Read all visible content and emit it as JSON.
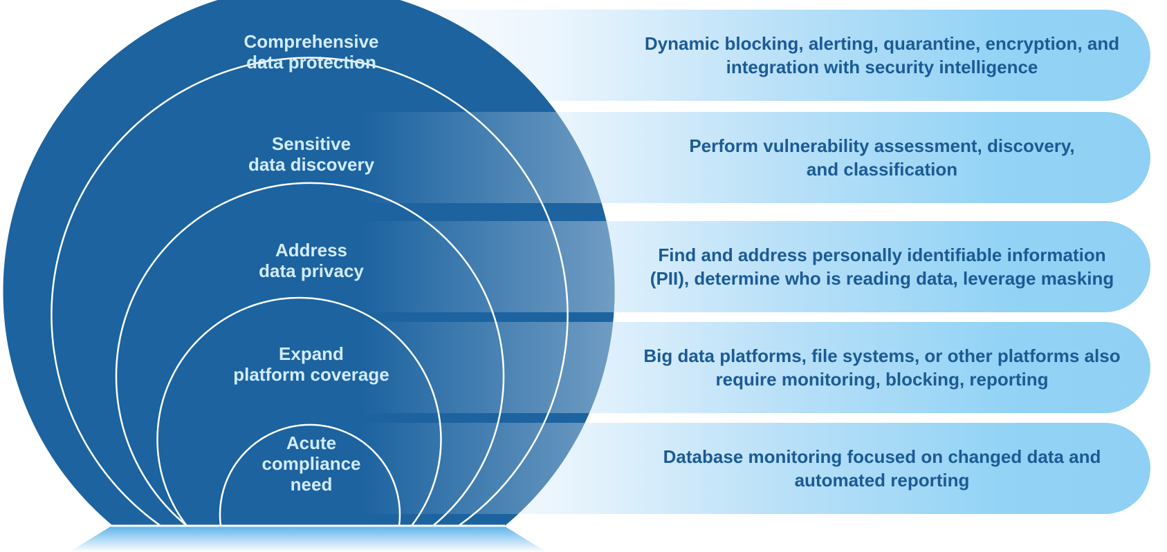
{
  "colors": {
    "dome": "#1c63a0",
    "dome_dark": "#17578f",
    "band_light": "#8fd0f4",
    "band_text": "#1b5a95",
    "label_text": "#d3ecfc"
  },
  "layers": [
    {
      "label": "Comprehensive\ndata protection",
      "description": "Dynamic blocking, alerting, quarantine,  encryption, and\nintegration with security intelligence"
    },
    {
      "label": "Sensitive\ndata discovery",
      "description": "Perform vulnerability assessment, discovery,\nand classification"
    },
    {
      "label": "Address\ndata privacy",
      "description": "Find and address personally identifiable information\n(PII), determine who is reading data, leverage masking"
    },
    {
      "label": "Expand\nplatform coverage",
      "description": "Big data platforms, file systems, or other platforms also\nrequire monitoring, blocking, reporting"
    },
    {
      "label": "Acute\ncompliance\nneed",
      "description": "Database monitoring focused on changed data and\nautomated  reporting"
    }
  ]
}
